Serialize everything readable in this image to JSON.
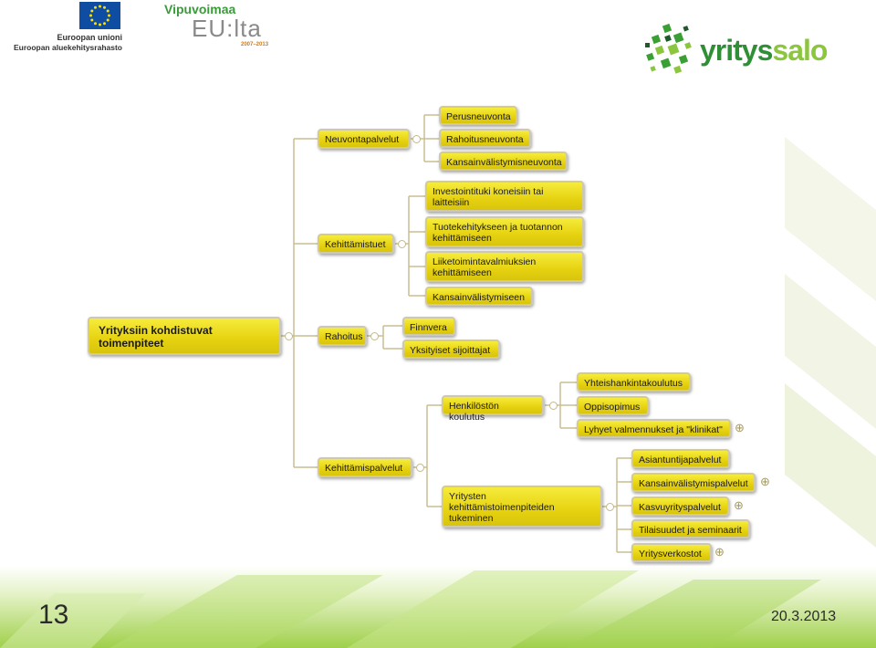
{
  "logos": {
    "eu_line1": "Euroopan unioni",
    "eu_line2": "Euroopan aluekehitysrahasto",
    "vipu_title": "Vipuvoimaa",
    "vipu_main": "EU:lta",
    "vipu_years": "2007–2013",
    "yritys": "yritys",
    "salo": "salo"
  },
  "diagram": {
    "root": "Yrityksiin kohdistuvat toimenpiteet",
    "neuvonta": {
      "label": "Neuvontapalvelut",
      "children": [
        "Perusneuvonta",
        "Rahoitusneuvonta",
        "Kansainvälistymisneuvonta"
      ]
    },
    "kehittamistuet": {
      "label": "Kehittämistuet",
      "children": [
        "Investointituki koneisiin tai laitteisiin",
        "Tuotekehitykseen ja tuotannon kehittämiseen",
        "Liiketoimintavalmiuksien kehittämiseen",
        "Kansainvälistymiseen"
      ]
    },
    "rahoitus": {
      "label": "Rahoitus",
      "children": [
        "Finnvera",
        "Yksityiset sijoittajat"
      ]
    },
    "kehittamispalvelut": {
      "label": "Kehittämispalvelut",
      "henkilosto": {
        "label": "Henkilöstön koulutus",
        "children": [
          "Yhteishankintakoulutus",
          "Oppisopimus",
          "Lyhyet valmennukset ja \"klinikat\""
        ]
      },
      "yritysten": {
        "label": "Yritysten kehittämistoimenpiteiden tukeminen",
        "children": [
          "Asiantuntijapalvelut",
          "Kansainvälistymispalvelut",
          "Kasvuyrityspalvelut",
          "Tilaisuudet ja seminaarit",
          "Yritysverkostot"
        ]
      }
    }
  },
  "footer": {
    "page_number": "13",
    "date": "20.3.2013"
  },
  "colors": {
    "node_fill": "#e8d61a",
    "connector": "#c8be90",
    "eu_blue": "#0f4da2",
    "eu_star": "#ffdd00",
    "green_dark": "#3aa035",
    "green_light": "#8cc63f"
  }
}
